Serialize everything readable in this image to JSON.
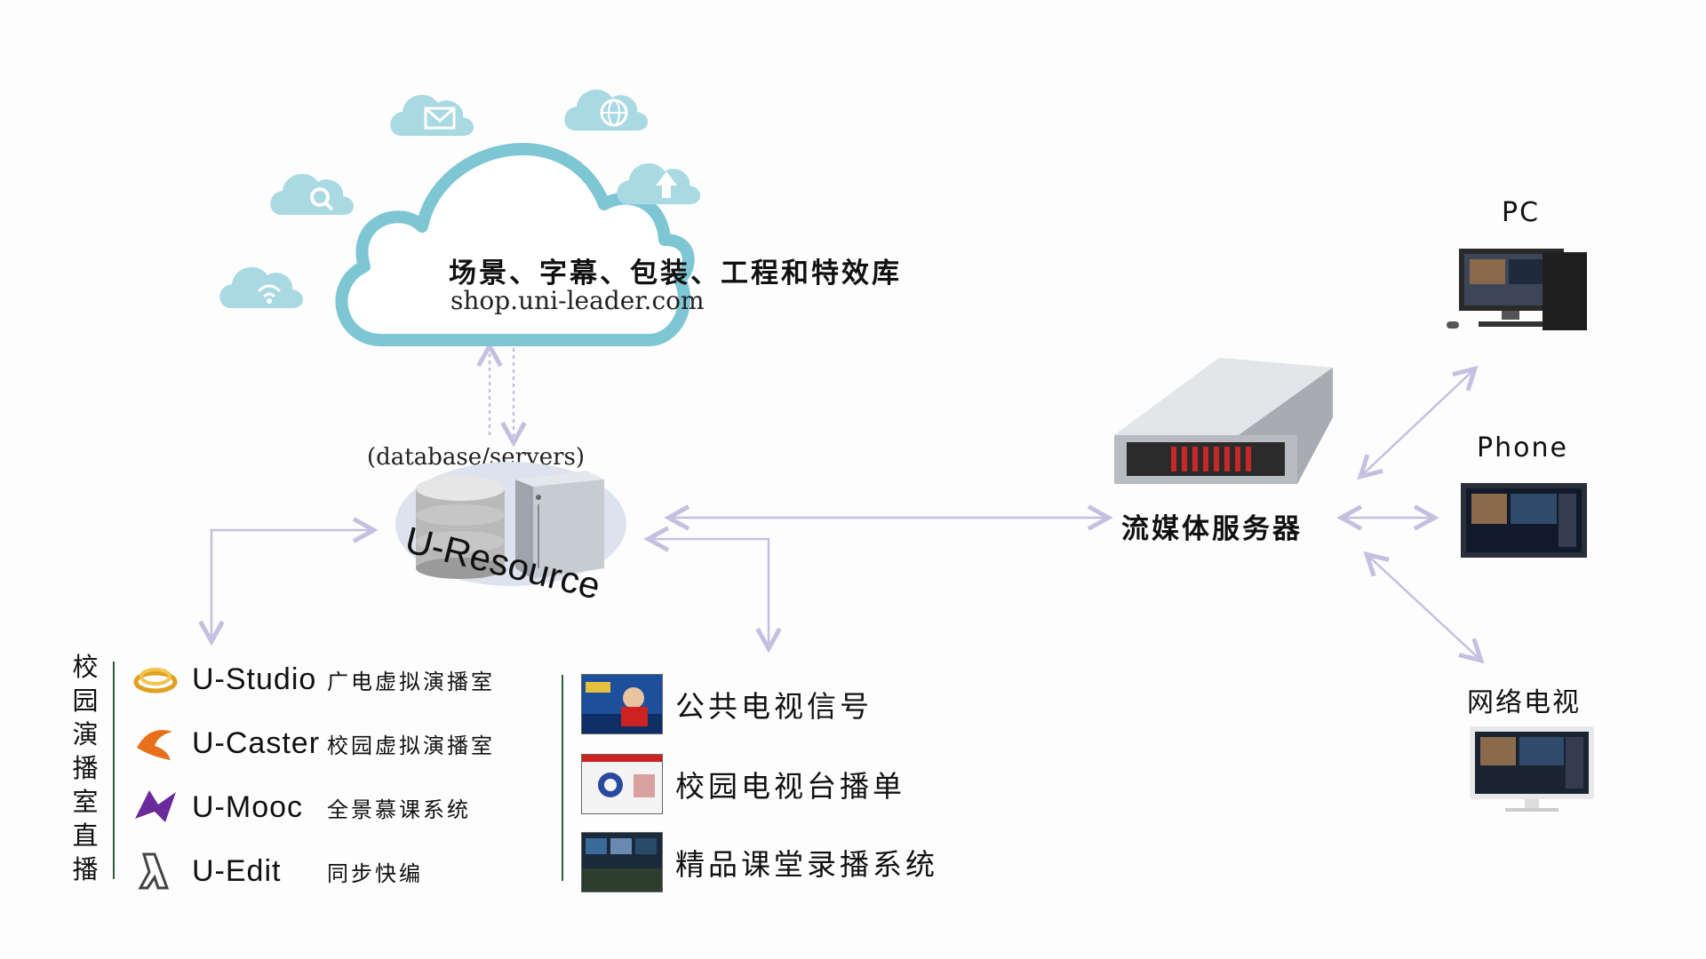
{
  "cloud": {
    "title": "场景、字幕、包装、工程和特效库",
    "url": "shop.uni-leader.com",
    "small_icons": [
      "wifi-icon",
      "search-icon",
      "mail-icon",
      "globe-icon",
      "upload-icon"
    ]
  },
  "resource": {
    "caption": "(database/servers)",
    "logo_text": "U-Resource"
  },
  "streaming_server": {
    "label": "流媒体服务器"
  },
  "clients": [
    {
      "label": "PC",
      "icon": "desktop-pc-icon"
    },
    {
      "label": "Phone",
      "icon": "phone-screen-icon"
    },
    {
      "label": "网络电视",
      "icon": "tv-monitor-icon"
    }
  ],
  "live_studio": {
    "vertical_title": [
      "校",
      "园",
      "演",
      "播",
      "室",
      "直",
      "播"
    ],
    "products": [
      {
        "name": "U-Studio",
        "desc": "广电虚拟演播室",
        "icon": "u-studio-logo-icon",
        "color": "#e0a020"
      },
      {
        "name": "U-Caster",
        "desc": "校园虚拟演播室",
        "icon": "u-caster-logo-icon",
        "color": "#e8701a"
      },
      {
        "name": "U-Mooc",
        "desc": "全景慕课系统",
        "icon": "u-mooc-logo-icon",
        "color": "#6a2a9a"
      },
      {
        "name": "U-Edit",
        "desc": "同步快编",
        "icon": "u-edit-logo-icon",
        "color": "#444444"
      }
    ]
  },
  "signals": [
    {
      "label": "公共电视信号",
      "icon": "news-broadcast-thumbnail"
    },
    {
      "label": "校园电视台播单",
      "icon": "campus-tv-thumbnail"
    },
    {
      "label": "精品课堂录播系统",
      "icon": "classroom-recording-thumbnail"
    }
  ],
  "colors": {
    "cloud_stroke": "#7ec6d4",
    "cloud_icon_fill": "#a9d9e2",
    "arrow": "#c4c0e0",
    "divider": "#2f5d3c"
  }
}
